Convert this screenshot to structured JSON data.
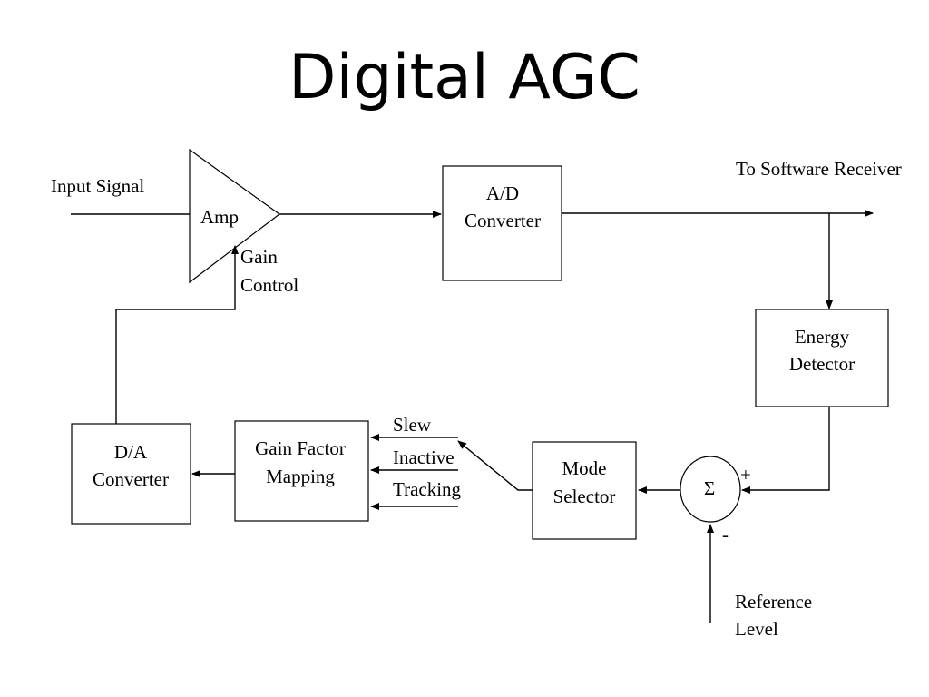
{
  "title": "Digital AGC",
  "labels": {
    "input_signal": "Input Signal",
    "amp": "Amp",
    "gain_control_1": "Gain",
    "gain_control_2": "Control",
    "ad_line1": "A/D",
    "ad_line2": "Converter",
    "to_software_receiver": "To Software Receiver",
    "energy_line1": "Energy",
    "energy_line2": "Detector",
    "sigma": "Σ",
    "plus": "+",
    "minus": "-",
    "reference_line1": "Reference",
    "reference_line2": "Level",
    "mode_line1": "Mode",
    "mode_line2": "Selector",
    "slew": "Slew",
    "inactive": "Inactive",
    "tracking": "Tracking",
    "gain_factor_line1": "Gain Factor",
    "gain_factor_line2": "Mapping",
    "da_line1": "D/A",
    "da_line2": "Converter"
  }
}
